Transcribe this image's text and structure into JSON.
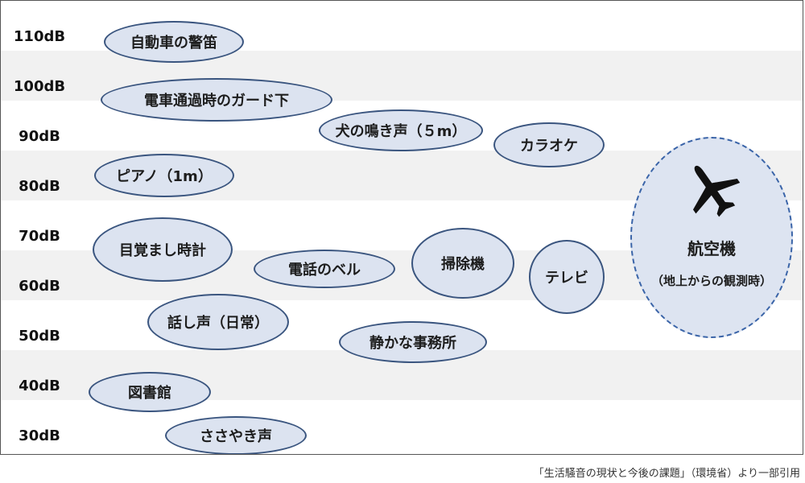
{
  "levels": [
    "110dB",
    "100dB",
    "90dB",
    "80dB",
    "70dB",
    "60dB",
    "50dB",
    "40dB",
    "30dB"
  ],
  "sounds": [
    {
      "label": "自動車の警笛"
    },
    {
      "label": "電車通過時のガード下"
    },
    {
      "label": "犬の鳴き声（５m）"
    },
    {
      "label": "カラオケ"
    },
    {
      "label": "ピアノ（1m）"
    },
    {
      "label": "目覚まし時計"
    },
    {
      "label": "電話のベル"
    },
    {
      "label": "掃除機"
    },
    {
      "label": "テレビ"
    },
    {
      "label": "話し声（日常）"
    },
    {
      "label": "静かな事務所"
    },
    {
      "label": "図書館"
    },
    {
      "label": "ささやき声"
    }
  ],
  "airplane": {
    "title": "航空機",
    "subtitle": "（地上からの観測時）",
    "icon": "airplane-icon"
  },
  "source": "「生活騒音の現状と今後の課題」（環境省）より一部引用",
  "colors": {
    "bubble_fill": "#dce3f0",
    "bubble_border": "#3a557f",
    "band_shade": "#f1f1f1",
    "dashed_border": "#3a64a8"
  }
}
